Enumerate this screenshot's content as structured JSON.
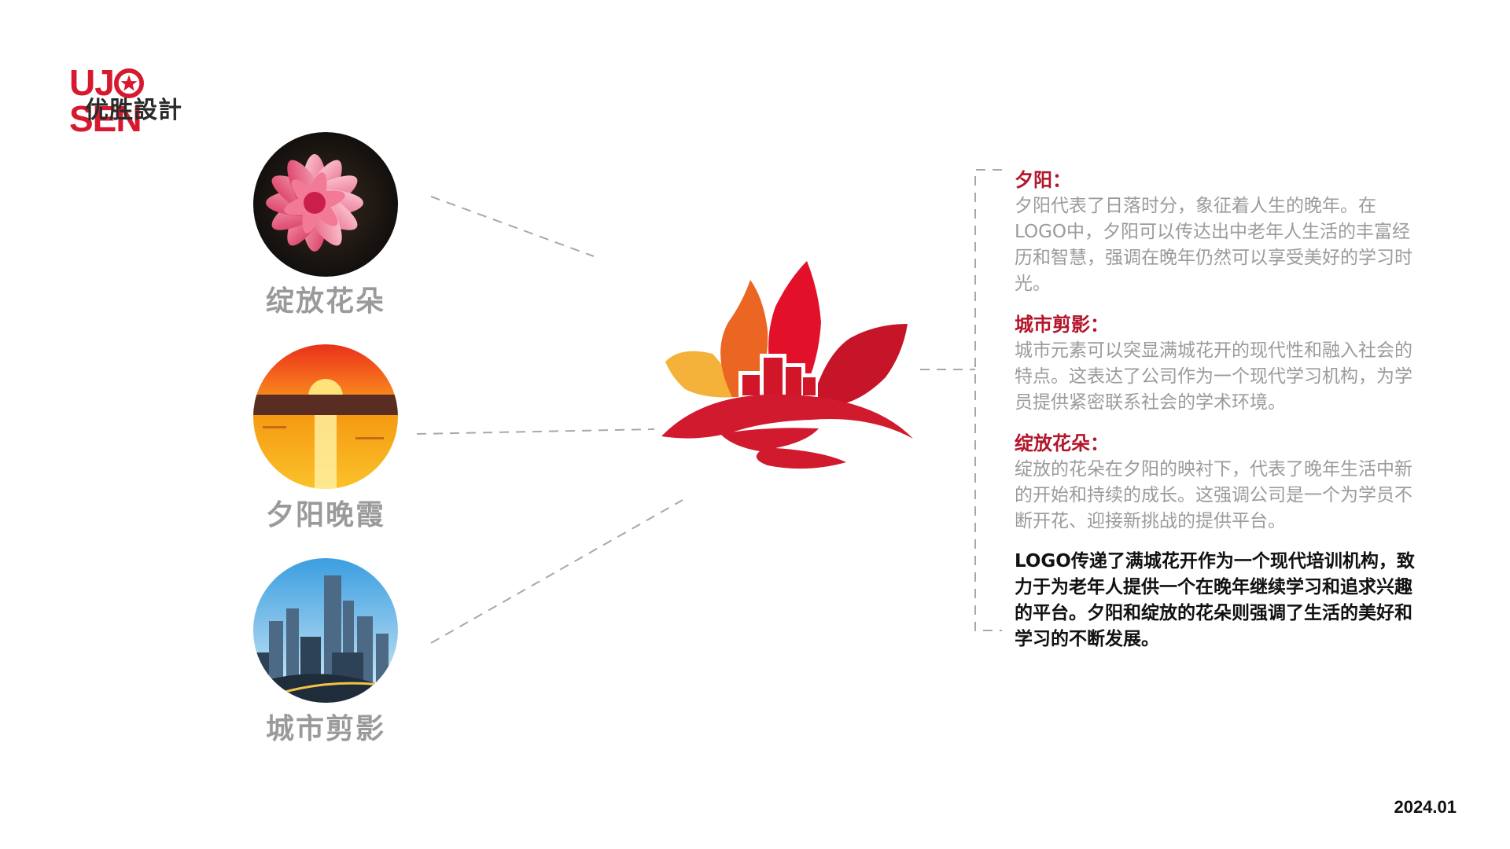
{
  "brand": {
    "name_en_prefix": "UJ",
    "name_en_suffix": "SEN",
    "name_cn": "优胜設計",
    "color": "#d7192f"
  },
  "elements": [
    {
      "label": "绽放花朵",
      "icon": "flower-photo"
    },
    {
      "label": "夕阳晚霞",
      "icon": "sunset-photo"
    },
    {
      "label": "城市剪影",
      "icon": "city-photo"
    }
  ],
  "center_logo": {
    "icon": "flower-city-sunset-logo"
  },
  "descriptions": [
    {
      "title": "夕阳：",
      "text": " 夕阳代表了日落时分，象征着人生的晚年。在LOGO中，夕阳可以传达出中老年人生活的丰富经历和智慧，强调在晚年仍然可以享受美好的学习时光。"
    },
    {
      "title": "城市剪影：",
      "text": "城市元素可以突显满城花开的现代性和融入社会的特点。这表达了公司作为一个现代学习机构，为学员提供紧密联系社会的学术环境。"
    },
    {
      "title": "绽放花朵：",
      "text": "绽放的花朵在夕阳的映衬下，代表了晚年生活中新的开始和持续的成长。这强调公司是一个为学员不断开花、迎接新挑战的提供平台。"
    }
  ],
  "summary": "LOGO传递了满城花开作为一个现代培训机构，致力于为老年人提供一个在晚年继续学习和追求兴趣的平台。夕阳和绽放的花朵则强调了生活的美好和学习的不断发展。",
  "date": "2024.01",
  "colors": {
    "accent": "#b3152a",
    "muted_text": "#9b9b9b",
    "dash": "#a8a8a8"
  }
}
